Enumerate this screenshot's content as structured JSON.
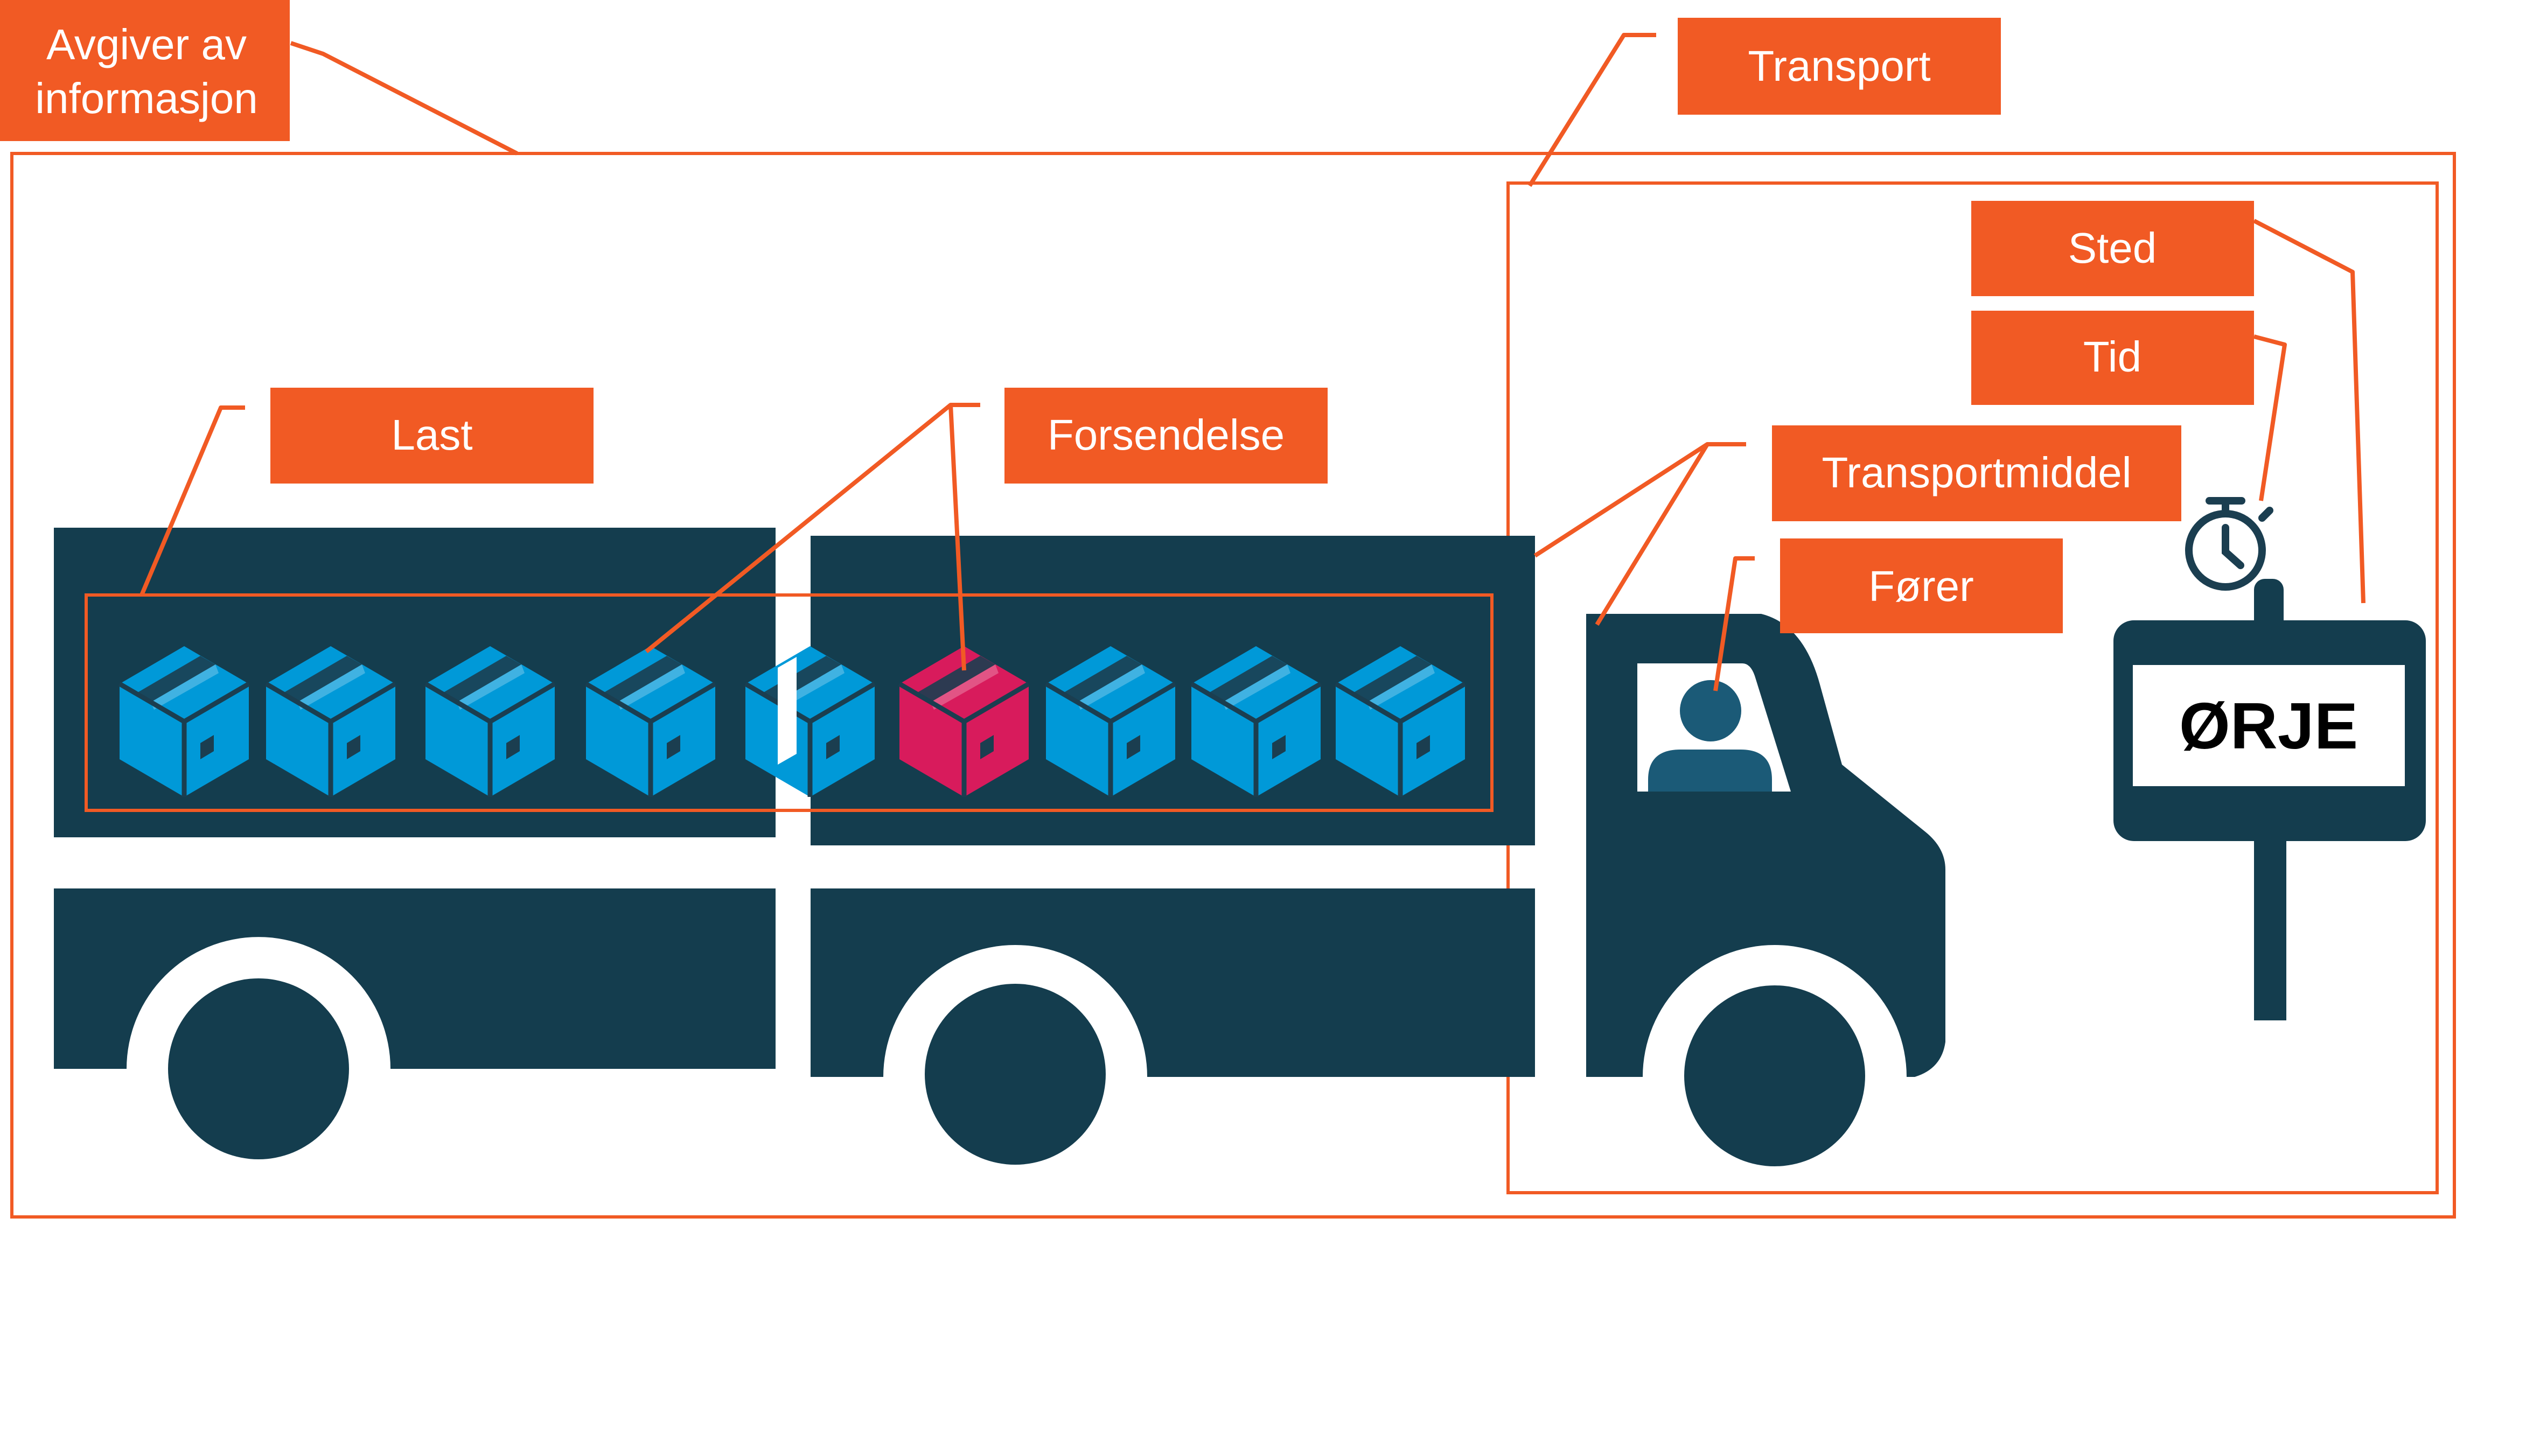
{
  "labels": {
    "avgiver_line1": "Avgiver av",
    "avgiver_line2": "informasjon",
    "transport": "Transport",
    "sted": "Sted",
    "tid": "Tid",
    "last": "Last",
    "forsendelse": "Forsendelse",
    "transportmiddel": "Transportmiddel",
    "forer": "Fører"
  },
  "sign": {
    "text": "ØRJE"
  },
  "boxes": [
    {
      "kind": "normal"
    },
    {
      "kind": "normal"
    },
    {
      "kind": "normal"
    },
    {
      "kind": "normal"
    },
    {
      "kind": "split"
    },
    {
      "kind": "highlighted"
    },
    {
      "kind": "normal"
    },
    {
      "kind": "normal"
    },
    {
      "kind": "normal"
    }
  ],
  "icons": [
    "truck-icon",
    "package-icon",
    "driver-icon",
    "stopwatch-icon",
    "location-sign-icon"
  ],
  "colors": {
    "accent": "#F15A24",
    "truck": "#143D4E",
    "box": "#0099D8",
    "box_dark": "#1B3E50",
    "box_highlight": "#D81B5C",
    "label_text": "#FFFFFF"
  }
}
